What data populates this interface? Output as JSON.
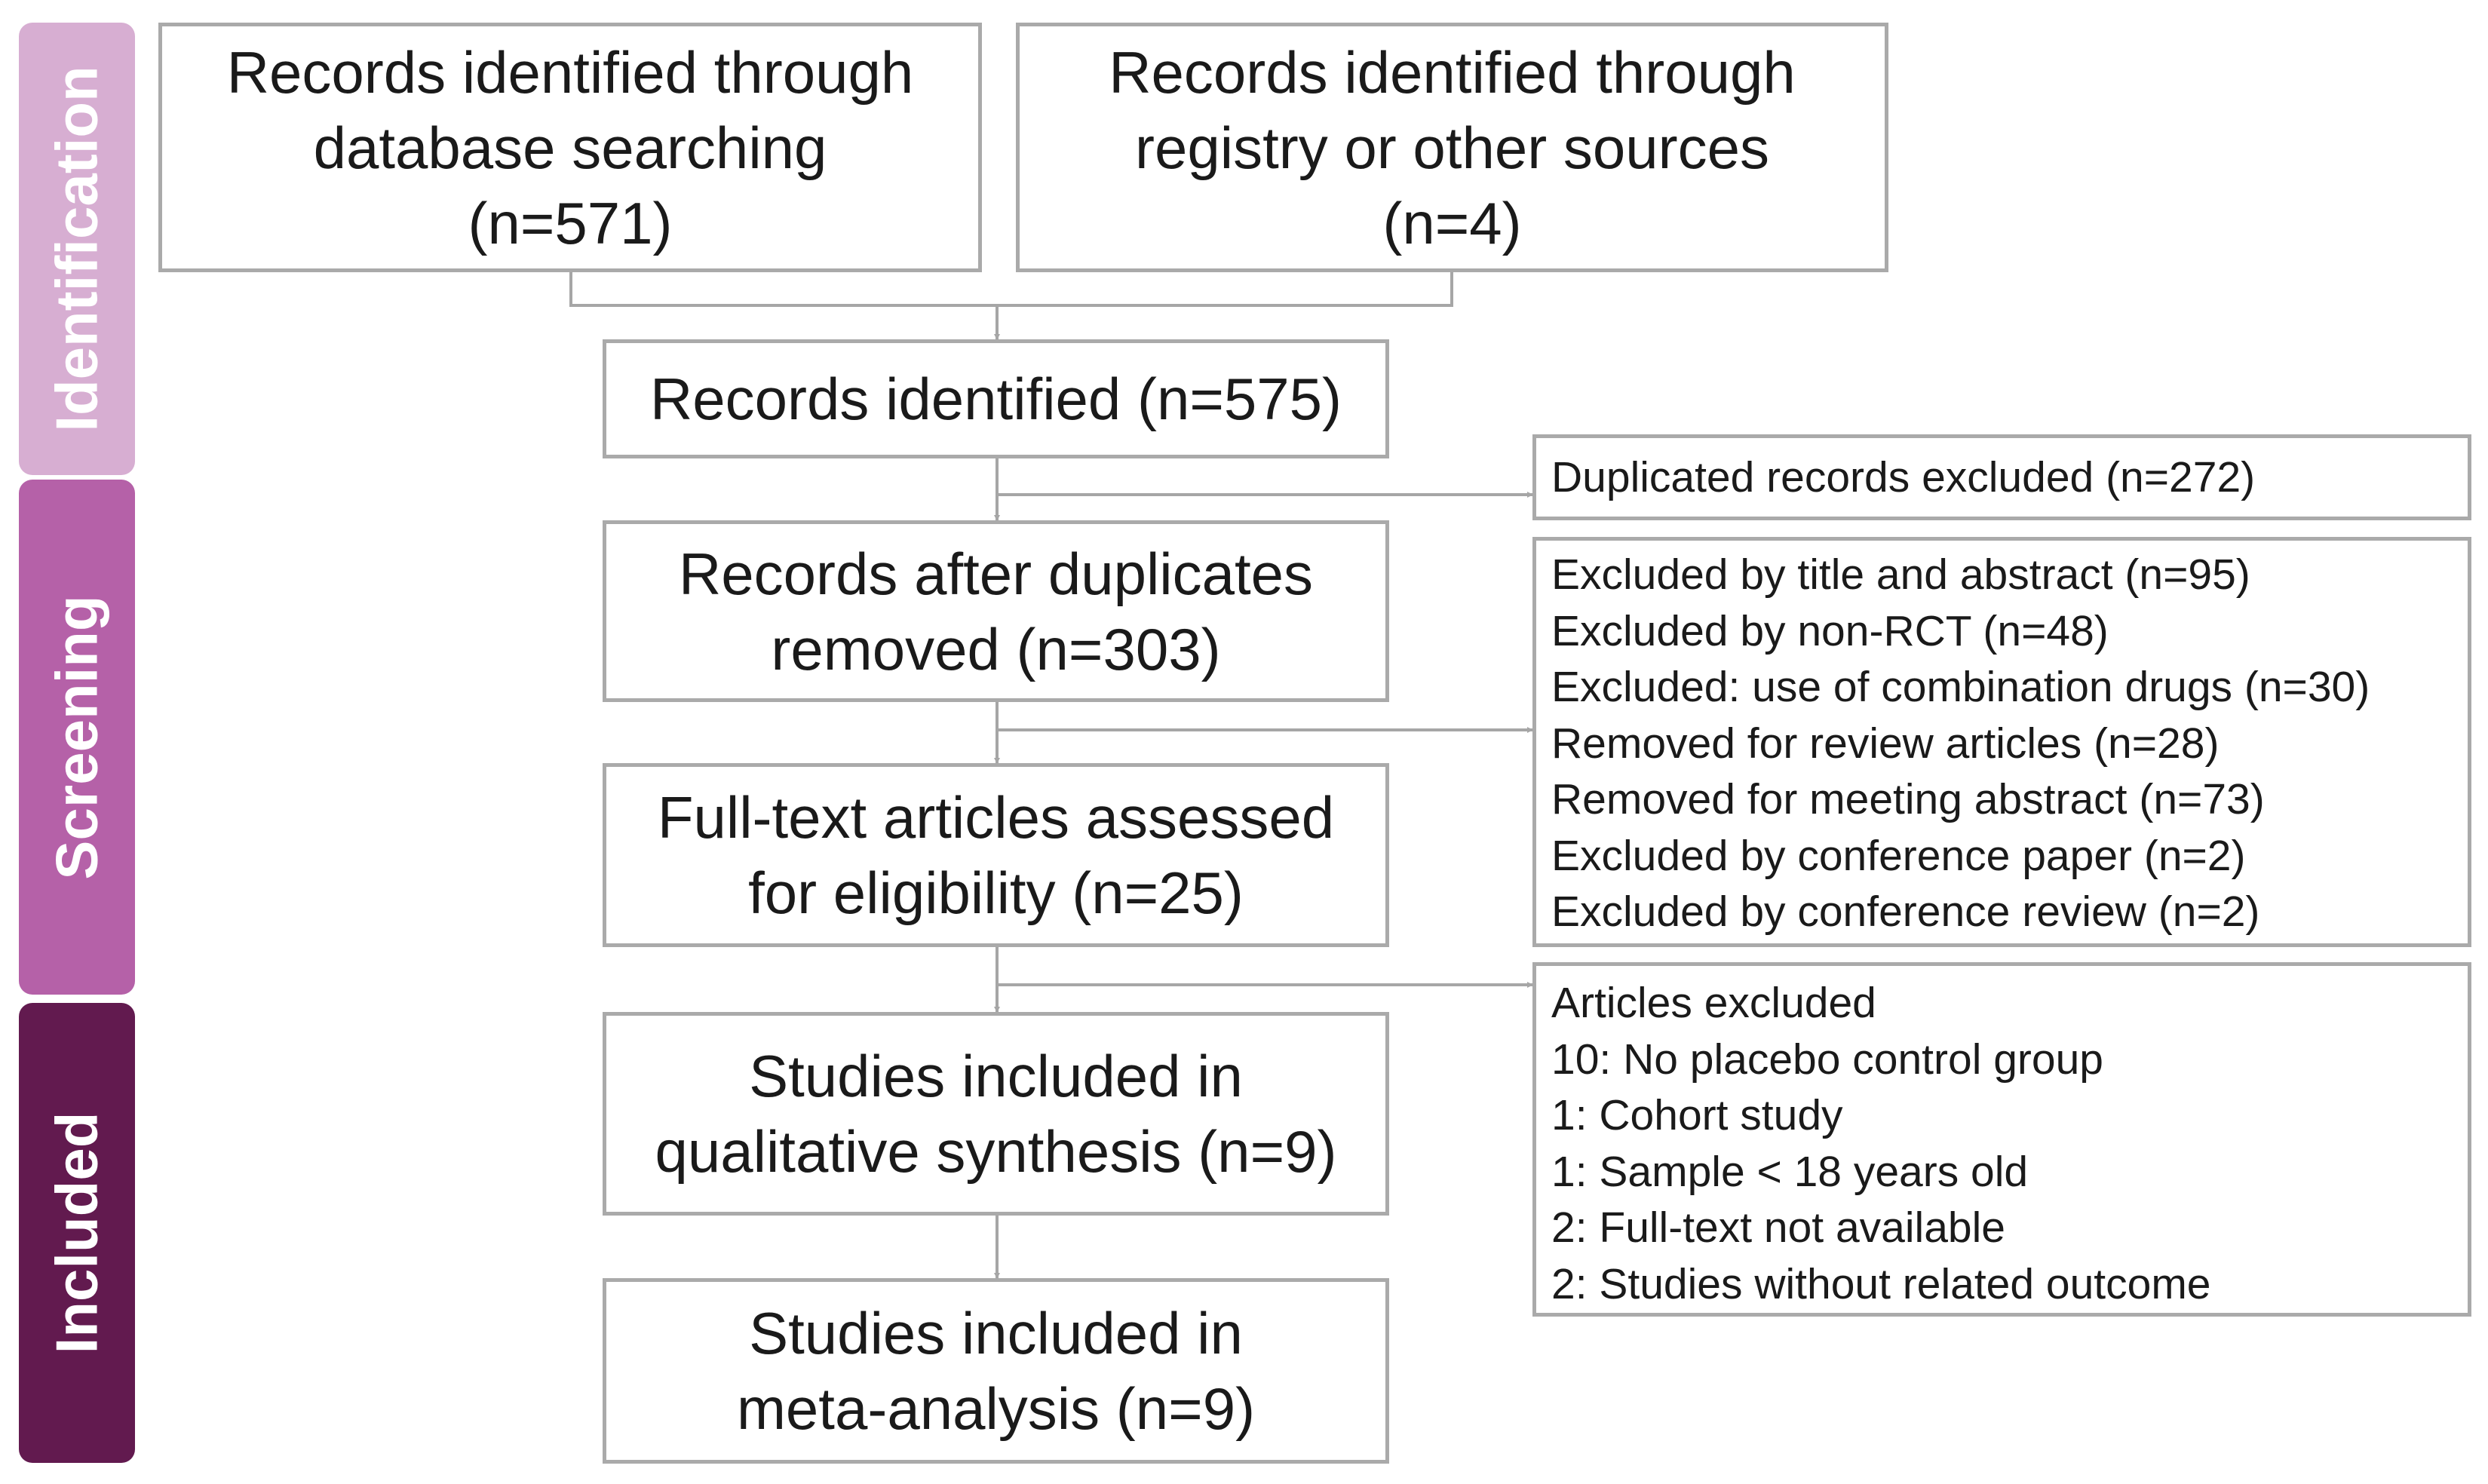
{
  "colors": {
    "identification_tab": "#d7aed2",
    "screening_tab": "#b561a8",
    "included_tab": "#621a4f",
    "box_border": "#aaaaaa",
    "connector": "#a6a6a6"
  },
  "stages": {
    "identification": "Identification",
    "screening": "Screening",
    "included": "Included"
  },
  "boxes": {
    "database_search": [
      "Records identified through",
      "database searching",
      "(n=571)"
    ],
    "registry_sources": [
      "Records identified through",
      "registry or other sources",
      "(n=4)"
    ],
    "records_identified": [
      "Records identified (n=575)"
    ],
    "after_duplicates": [
      "Records after duplicates",
      "removed (n=303)"
    ],
    "full_text": [
      "Full-text articles assessed",
      "for eligibility (n=25)"
    ],
    "qualitative": [
      "Studies included in",
      "qualitative synthesis (n=9)"
    ],
    "meta_analysis": [
      "Studies included in",
      "meta-analysis (n=9)"
    ]
  },
  "exclusions": {
    "duplicates": [
      "Duplicated records excluded (n=272)"
    ],
    "screening": [
      "Excluded by title and abstract (n=95)",
      "Excluded by non-RCT (n=48)",
      "Excluded: use of combination drugs (n=30)",
      "Removed for review articles (n=28)",
      "Removed for meeting abstract (n=73)",
      "Excluded by conference paper (n=2)",
      "Excluded by conference review (n=2)"
    ],
    "eligibility": [
      "Articles excluded",
      "10: No placebo control group",
      "1: Cohort study",
      "1: Sample < 18 years old",
      "2: Full-text not available",
      "2: Studies without related outcome"
    ]
  }
}
